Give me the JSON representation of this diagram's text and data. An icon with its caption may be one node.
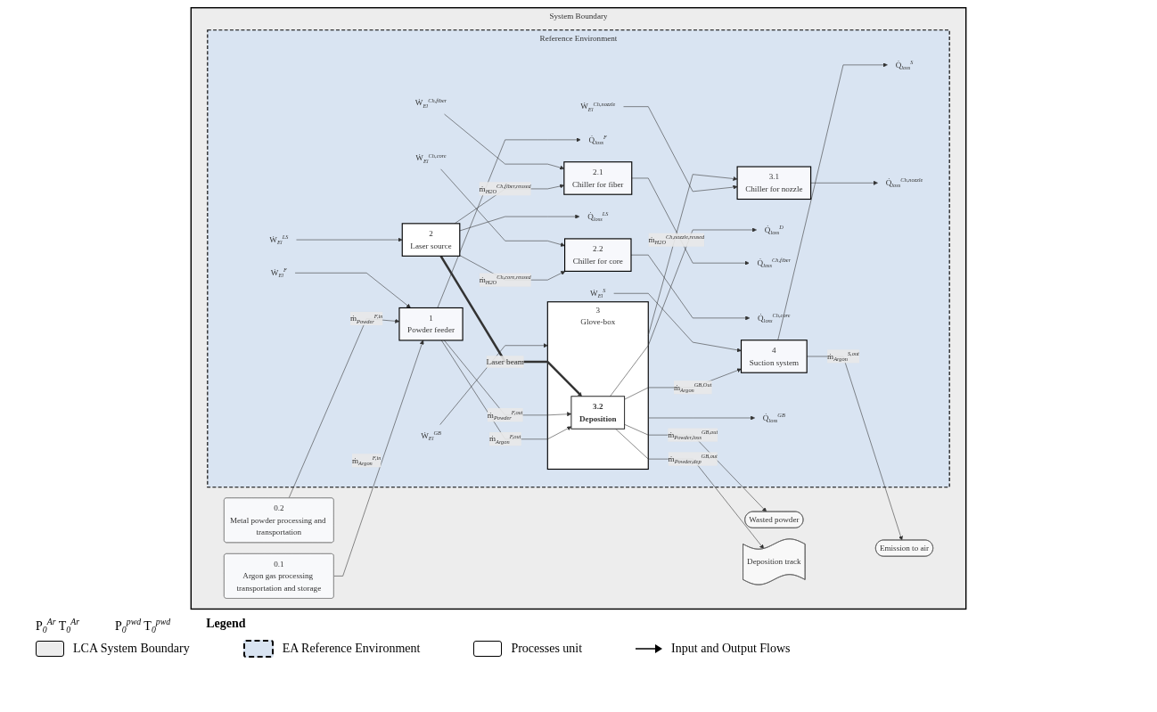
{
  "diagram": {
    "nodes": [
      {
        "text": [
          "System Boundary"
        ]
      },
      {
        "text": [
          "0.1",
          "Argon gas processing transportation and storage"
        ],
        "in": 0
      },
      {
        "text": [
          "0.2",
          "Metal powder processing and transportation"
        ],
        "in": 0
      },
      {
        "text": [
          "Reference Environment"
        ],
        "in": 0
      },
      {
        "text": [
          "1",
          "Powder feeder"
        ],
        "in": 3
      },
      {
        "text": [
          "3",
          "Glove-box"
        ],
        "in": 3
      },
      {
        "text": [
          "3.2",
          "Deposition"
        ],
        "in": 5
      },
      {
        "text": [
          "4",
          "Suction system"
        ],
        "in": 3
      },
      {
        "text": [
          "2",
          "Laser source"
        ],
        "in": 3
      },
      {
        "text": [
          "2.1",
          "Chiller for fiber"
        ],
        "in": 3
      },
      {
        "text": [
          "2.2",
          "Chiller for core"
        ],
        "in": 3
      },
      {
        "text": [
          "3.1",
          "Chiller for nozzle"
        ],
        "in": 3
      },
      {
        "text": [
          "Emission to air"
        ],
        "in": 0
      },
      {
        "text": [
          "Wasted powder"
        ],
        "in": 0
      },
      {
        "text": [
          "Deposition track"
        ],
        "in": 0
      },
      {
        "text": [
          "Ẇ$_{El}$$^{F}$"
        ],
        "in": 3
      },
      {
        "text": [
          "Ẇ$_{El}$$^{GB}$"
        ],
        "in": 3
      },
      {
        "text": [
          "Ẇ$_{El}$$^{S}$"
        ],
        "in": 3
      },
      {
        "text": [
          "Q̇$_{loss}$$^{F}$"
        ],
        "in": 3
      },
      {
        "text": [
          "Q̇$_{loss}$$^{D}$"
        ],
        "in": 3
      },
      {
        "text": [
          "Q̇$_{loss}$$^{GB}$"
        ],
        "in": 3
      },
      {
        "text": [
          "Q̇$_{loss}$$^{S}$"
        ],
        "in": 3
      },
      {
        "text": [
          "Ẇ$_{El}$$^{LS}$"
        ],
        "in": 3
      },
      {
        "text": [
          "Q̇$_{loss}$$^{LS}$"
        ],
        "in": 3
      },
      {
        "text": [
          "Ẇ$_{El}$$^{Ch,fiber}$"
        ],
        "in": 3
      },
      {
        "text": [
          "Q̇$_{loss}$$^{Ch,fiber}$"
        ],
        "in": 3
      },
      {
        "text": [
          "Ẇ$_{El}$$^{Ch,core}$"
        ],
        "in": 3
      },
      {
        "text": [
          "Q̇$_{loss}$$^{Ch,core}$"
        ],
        "in": 3
      },
      {
        "text": [
          "Ẇ$_{El}$$^{Ch,nozzle}$"
        ],
        "in": 3
      },
      {
        "text": [
          "Q̇$_{loss}$$^{Ch,nozzle}$"
        ],
        "in": 3
      }
    ],
    "edges": [
      {
        "from": 1,
        "to": 4,
        "arrow": "to",
        "label": "ṁ$_{Argon}$$^{F,in}$"
      },
      {
        "from": 2,
        "to": 4,
        "arrow": "to",
        "label": "ṁ$_{Powder}$$^{F,in}$"
      },
      {
        "from": 15,
        "to": 4,
        "arrow": "to"
      },
      {
        "from": 4,
        "to": 6,
        "arrow": "to",
        "label": "ṁ$_{Argon}$$^{F,out}$"
      },
      {
        "from": 4,
        "to": 6,
        "arrow": "to",
        "label": "ṁ$_{Powder}$$^{F,out}$"
      },
      {
        "from": 4,
        "to": 18,
        "arrow": "to"
      },
      {
        "from": 16,
        "to": 5,
        "arrow": "to"
      },
      {
        "from": 6,
        "to": 7,
        "arrow": "to",
        "label": "ṁ$_{Argon}$$^{GB,Out}$"
      },
      {
        "from": 17,
        "to": 7,
        "arrow": "to"
      },
      {
        "from": 7,
        "to": 12,
        "arrow": "to",
        "label": "ṁ$_{Argon}$$^{S,out}$"
      },
      {
        "from": 7,
        "to": 21,
        "arrow": "to"
      },
      {
        "from": 6,
        "to": 13,
        "arrow": "to",
        "label": "ṁ$_{Powder,loss}$$^{GB,out}$"
      },
      {
        "from": 6,
        "to": 14,
        "arrow": "to",
        "label": "ṁ$_{Powder,dep}$$^{GB,out}$"
      },
      {
        "from": 6,
        "to": 19,
        "arrow": "to"
      },
      {
        "from": 5,
        "to": 20,
        "arrow": "to"
      },
      {
        "from": 8,
        "to": 6,
        "arrow": "to",
        "label": "Laser beam",
        "style": "thick"
      },
      {
        "from": 22,
        "to": 8,
        "arrow": "to"
      },
      {
        "from": 8,
        "to": 23,
        "arrow": "to"
      },
      {
        "from": 8,
        "to": 9,
        "arrow": "to",
        "label": "ṁ$_{H2O}$$^{Ch,fiber,reused}$"
      },
      {
        "from": 8,
        "to": 10,
        "arrow": "to",
        "label": "ṁ$_{H2O}$$^{Ch,core,reused}$"
      },
      {
        "from": 5,
        "to": 11,
        "arrow": "to",
        "label": "ṁ$_{H2O}$$^{Ch,nozzle,reused}$"
      },
      {
        "from": 24,
        "to": 9,
        "arrow": "to"
      },
      {
        "from": 9,
        "to": 25,
        "arrow": "to"
      },
      {
        "from": 26,
        "to": 10,
        "arrow": "to"
      },
      {
        "from": 10,
        "to": 27,
        "arrow": "to"
      },
      {
        "from": 28,
        "to": 11,
        "arrow": "to"
      },
      {
        "from": 11,
        "to": 29,
        "arrow": "to"
      }
    ],
    "labels": [
      "P$_{0}$$^{Ar}$ T$_{0}$$^{Ar}$",
      "P$_{0}$$^{pwd}$ T$_{0}$$^{pwd}$",
      "Legend"
    ],
    "legend": [
      {
        "text": "LCA System Boundary",
        "color": "#ededed"
      },
      {
        "text": "EA Reference Environment",
        "color": "#d9e4f2"
      },
      {
        "text": "Processes unit"
      },
      {
        "text": "Input and Output Flows"
      }
    ]
  }
}
